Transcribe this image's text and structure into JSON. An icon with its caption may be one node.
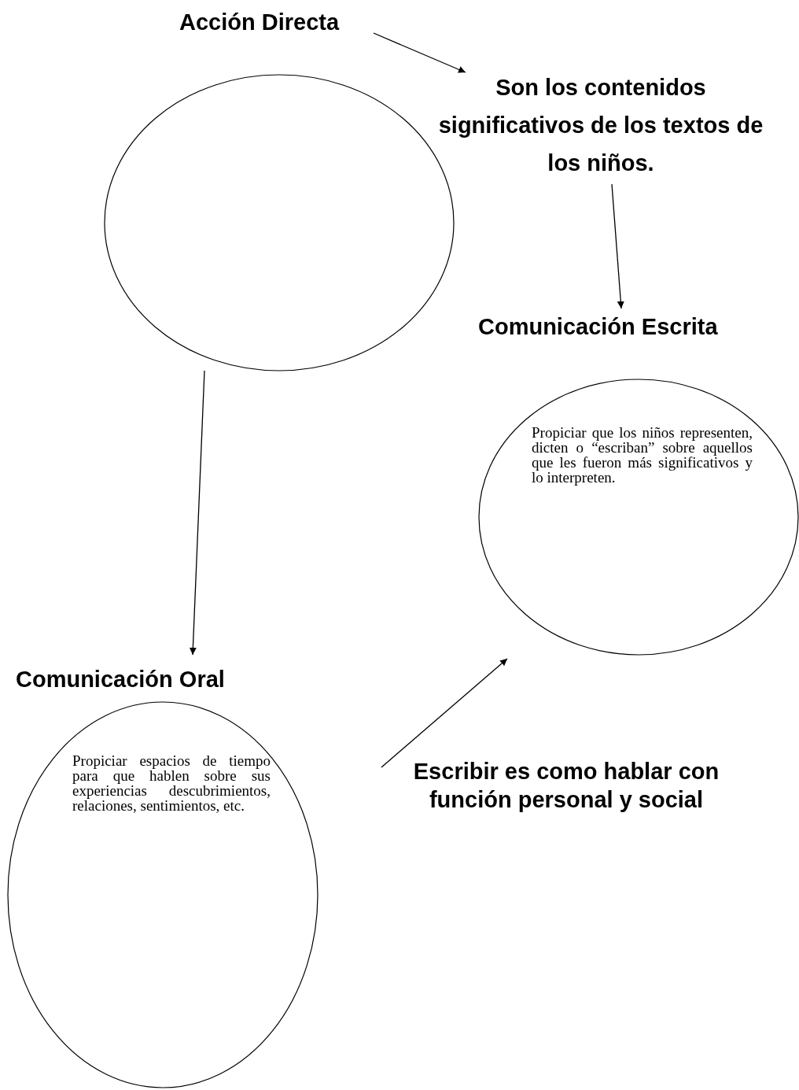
{
  "diagram": {
    "nodes": [
      {
        "text": [
          "Acción Directa"
        ]
      },
      {
        "text": [
          "Son los contenidos significativos de los textos de los niños."
        ]
      },
      {
        "text": [],
        "shape": "circle"
      },
      {
        "text": [
          "Comunicación Escrita",
          "Propiciar que los niños representen, dicten o “escriban” sobre aquellos que les fueron más significativos y lo interpreten."
        ]
      },
      {
        "text": [
          "Comunicación Oral",
          "Propiciar espacios de tiempo para que hablen sobre sus experiencias descubrimientos, relaciones, sentimientos, etc."
        ]
      },
      {
        "text": [
          "Escribir es como hablar con función personal y social"
        ]
      }
    ],
    "edges": [
      {
        "from": 0,
        "to": 1,
        "arrow": "to"
      },
      {
        "from": 1,
        "to": 3,
        "arrow": "to"
      },
      {
        "from": 2,
        "to": 4,
        "arrow": "to"
      },
      {
        "from": 5,
        "to": 3,
        "arrow": "to"
      }
    ]
  }
}
